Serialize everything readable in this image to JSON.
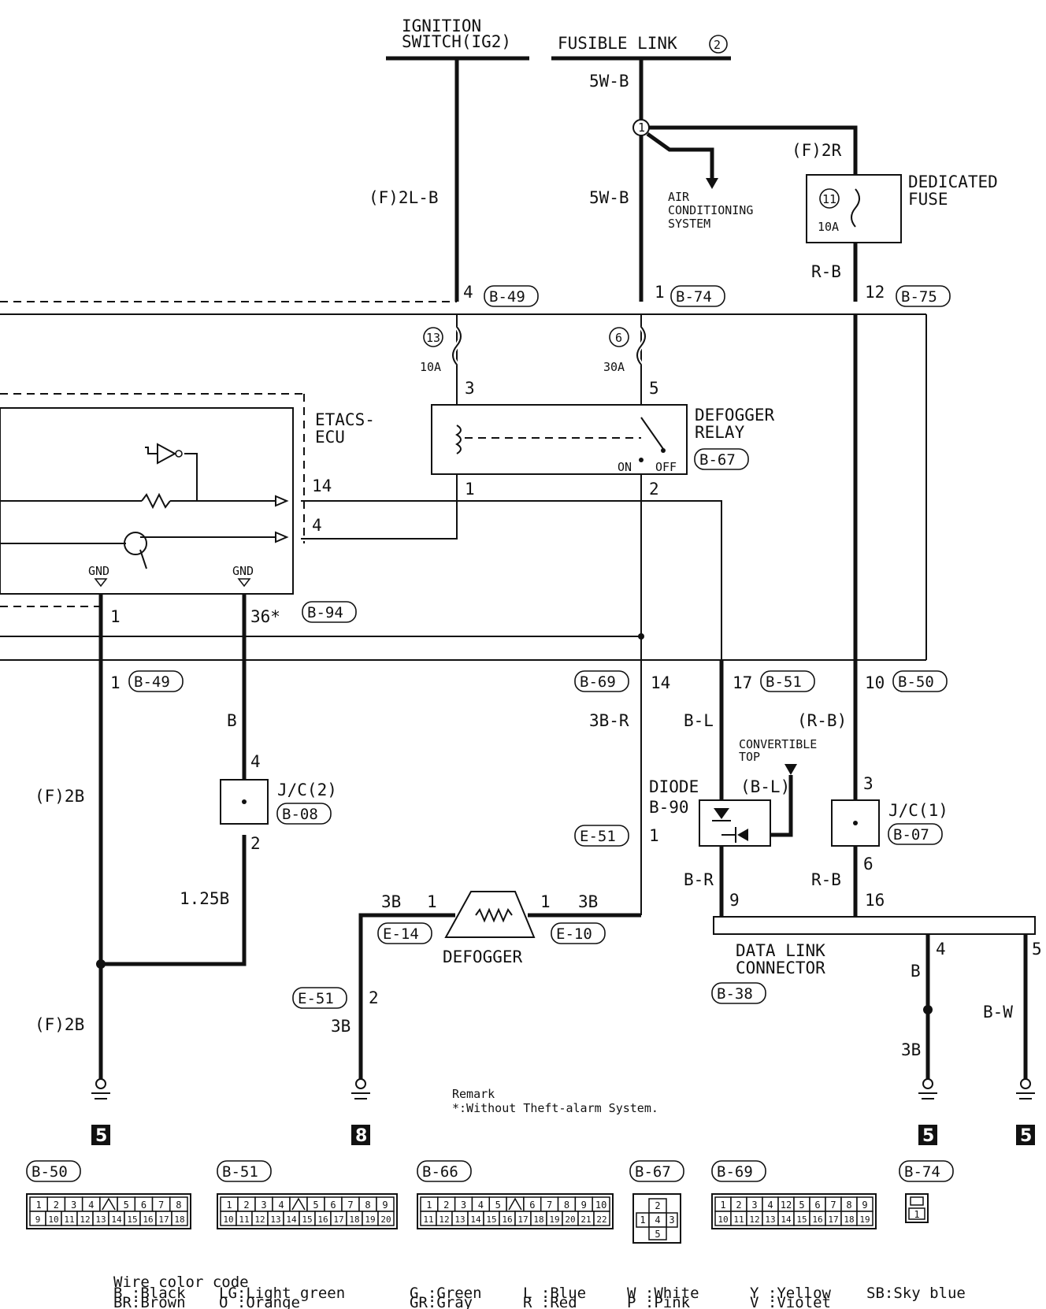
{
  "sources": {
    "ignition": [
      "IGNITION",
      "SWITCH(IG2)"
    ],
    "fusible": "FUSIBLE LINK",
    "fusible_num": "2"
  },
  "components": {
    "dedicated_fuse": [
      "DEDICATED",
      "FUSE"
    ],
    "dedicated_fuse_num": "11",
    "dedicated_fuse_amp": "10A",
    "fuse13_num": "13",
    "fuse13_amp": "10A",
    "fuse6_num": "6",
    "fuse6_amp": "30A",
    "defogger_relay": [
      "DEFOGGER",
      "RELAY"
    ],
    "relay_on": "ON",
    "relay_off": "OFF",
    "etacs": [
      "ETACS-",
      "ECU"
    ],
    "gnd": "GND",
    "ac_system": [
      "AIR",
      "CONDITIONING",
      "SYSTEM"
    ],
    "jc2": "J/C(2)",
    "jc1": "J/C(1)",
    "diode": "DIODE",
    "diode_code": "B-90",
    "convertible": [
      "CONVERTIBLE",
      "TOP"
    ],
    "defogger": "DEFOGGER",
    "dlc": [
      "DATA LINK",
      "CONNECTOR"
    ]
  },
  "connectors": {
    "b49": "B-49",
    "b74": "B-74",
    "b75": "B-75",
    "b67": "B-67",
    "b94": "B-94",
    "b69": "B-69",
    "b51": "B-51",
    "b50": "B-50",
    "b08": "B-08",
    "b07": "B-07",
    "e51": "E-51",
    "e14": "E-14",
    "e10": "E-10",
    "b38": "B-38"
  },
  "wires": {
    "f2lb": "(F)2L-B",
    "w5wb": "5W-B",
    "f2r": "(F)2R",
    "rb": "R-B",
    "b": "B",
    "f2b": "(F)2B",
    "w125b": "1.25B",
    "w3br": "3B-R",
    "bl": "B-L",
    "rb_paren": "(R-B)",
    "bl_paren": "(B-L)",
    "br": "B-R",
    "w3b": "3B",
    "bw": "B-W"
  },
  "pins": {
    "p4": "4",
    "p1": "1",
    "p12": "12",
    "p3": "3",
    "p5": "5",
    "p14": "14",
    "p2": "2",
    "p36": "36*",
    "p17": "17",
    "p10": "10",
    "p6": "6",
    "p9": "9",
    "p16": "16"
  },
  "grounds": {
    "g5": "5",
    "g8": "8"
  },
  "remark": [
    "Remark",
    "*:Without Theft-alarm System."
  ],
  "connector_tables": [
    {
      "id": "B-50",
      "row1": [
        "1",
        "2",
        "3",
        "4",
        "",
        "5",
        "6",
        "7",
        "8"
      ],
      "row2": [
        "9",
        "10",
        "11",
        "12",
        "13",
        "14",
        "15",
        "16",
        "17",
        "18"
      ]
    },
    {
      "id": "B-51",
      "row1": [
        "1",
        "2",
        "3",
        "4",
        "",
        "5",
        "6",
        "7",
        "8",
        "9"
      ],
      "row2": [
        "10",
        "11",
        "12",
        "13",
        "14",
        "15",
        "16",
        "17",
        "18",
        "19",
        "20"
      ]
    },
    {
      "id": "B-66",
      "row1": [
        "1",
        "2",
        "3",
        "4",
        "5",
        "",
        "6",
        "7",
        "8",
        "9",
        "10"
      ],
      "row2": [
        "11",
        "12",
        "13",
        "14",
        "15",
        "16",
        "17",
        "18",
        "19",
        "20",
        "21",
        "22"
      ]
    },
    {
      "id": "B-67",
      "cells": [
        "1",
        "2",
        "3",
        "4",
        "5"
      ]
    },
    {
      "id": "B-69",
      "row1": [
        "1",
        "2",
        "3",
        "4",
        "12",
        "5",
        "6",
        "7",
        "8",
        "9"
      ],
      "row2": [
        "10",
        "11",
        "12",
        "13",
        "14",
        "15",
        "16",
        "17",
        "18",
        "19"
      ]
    },
    {
      "id": "B-74",
      "cells": [
        "1"
      ]
    }
  ],
  "wire_color_code": {
    "title": "Wire color code",
    "entries": [
      [
        "B :Black",
        "BR:Brown"
      ],
      [
        "LG:Light green",
        "O :Orange"
      ],
      [
        "G :Green",
        "GR:Gray"
      ],
      [
        "L :Blue",
        "R :Red"
      ],
      [
        "W :White",
        "P :Pink"
      ],
      [
        "Y :Yellow",
        "V :Violet"
      ],
      [
        "SB:Sky blue",
        ""
      ]
    ]
  }
}
